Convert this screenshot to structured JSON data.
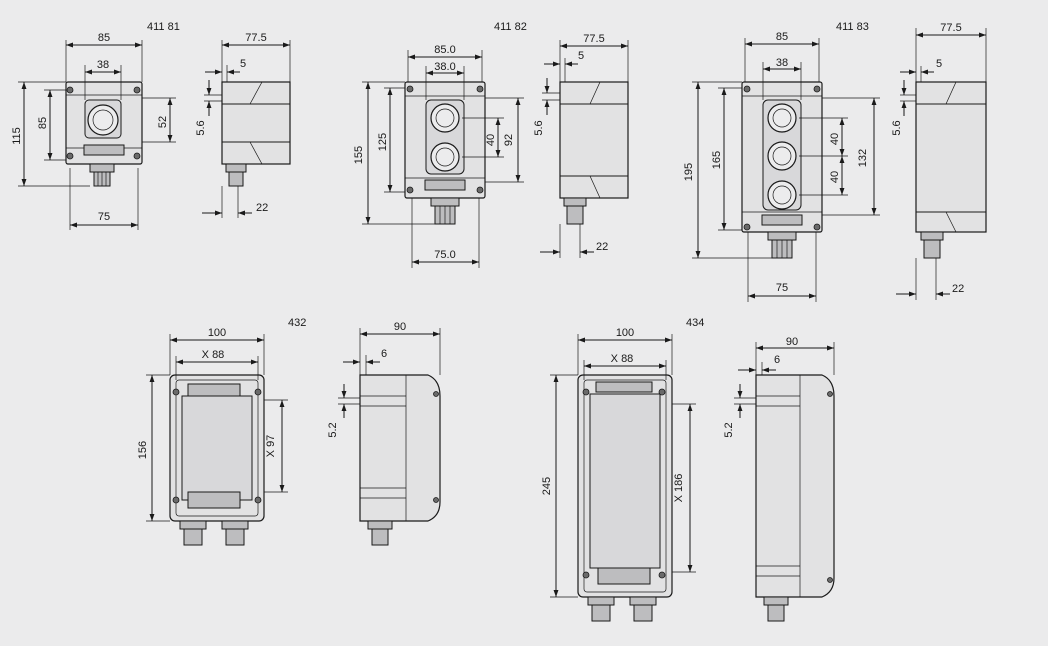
{
  "background_color": "#ebebec",
  "line_color": "#1a1a1a",
  "models": {
    "m41181": {
      "code": "411 81",
      "front": {
        "width": "85",
        "inner_width": "38",
        "height": "115",
        "inner_height": "85",
        "button_spacing": "52",
        "gland_width": "75"
      },
      "side": {
        "depth": "77.5",
        "lid": "5",
        "mount": "5.6",
        "gland": "22"
      }
    },
    "m41182": {
      "code": "411 82",
      "front": {
        "width": "85.0",
        "inner_width": "38.0",
        "height": "155",
        "inner_height": "125",
        "button_pitch": "40",
        "button_spacing": "92",
        "gland_width": "75.0"
      },
      "side": {
        "depth": "77.5",
        "lid": "5",
        "mount": "5.6",
        "gland": "22"
      }
    },
    "m41183": {
      "code": "411 83",
      "front": {
        "width": "85",
        "inner_width": "38",
        "height": "195",
        "inner_height": "165",
        "button_pitch_1": "40",
        "button_pitch_2": "40",
        "button_spacing": "132",
        "gland_width": "75"
      },
      "side": {
        "depth": "77.5",
        "lid": "5",
        "mount": "5.6",
        "gland": "22"
      }
    },
    "m432": {
      "code": "432",
      "front": {
        "width": "100",
        "inner_width": "X 88",
        "height": "156",
        "inner_height": "X 97"
      },
      "side": {
        "depth": "90",
        "lid": "6",
        "mount": "5.2"
      }
    },
    "m434": {
      "code": "434",
      "front": {
        "width": "100",
        "inner_width": "X 88",
        "height": "245",
        "inner_height": "X 186"
      },
      "side": {
        "depth": "90",
        "lid": "6",
        "mount": "5.2"
      }
    }
  }
}
